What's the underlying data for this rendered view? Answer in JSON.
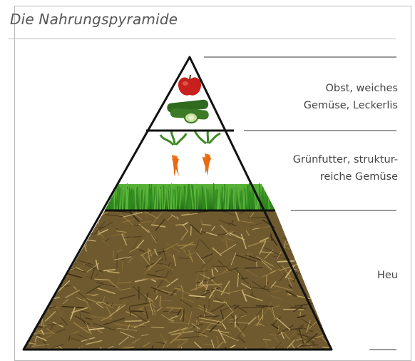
{
  "title": "Die Nahrungspyramide",
  "tiers": [
    {
      "label_lines": [
        "Obst, weiches",
        "Gemüse, Leckerlis"
      ],
      "icons": [
        "apple-icon",
        "cucumber-icon"
      ]
    },
    {
      "label_lines": [
        "Grünfutter, struktur-",
        "reiche Gemüse"
      ],
      "icons": [
        "carrot-icon",
        "grass-icon"
      ]
    },
    {
      "label_lines": [
        "Heu"
      ],
      "icons": [
        "hay-texture"
      ]
    }
  ],
  "colors": {
    "rule": "#9a9a9a",
    "outline": "#111111",
    "apple": "#c8201c",
    "cucumber": "#2f6a1f",
    "carrot": "#e86a12",
    "grass": "#2e8a1e",
    "hay_base": "#6f5a30",
    "hay_light": "#c9ae6b"
  }
}
